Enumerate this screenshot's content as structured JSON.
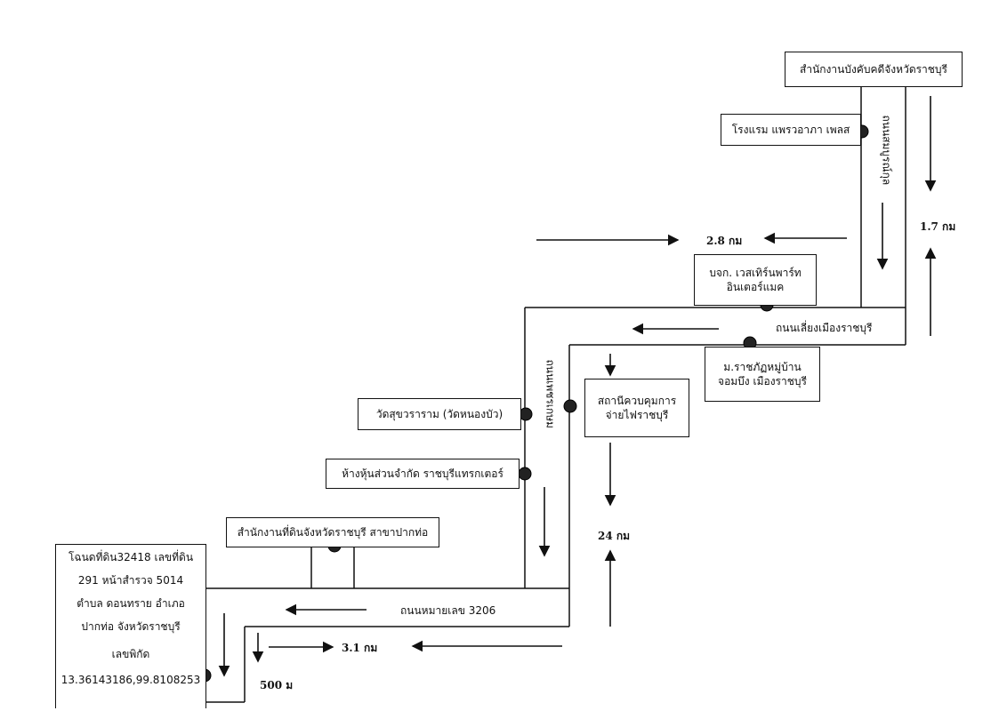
{
  "places": {
    "provincial_court": "สำนักงานบังคับคดีจังหวัดราชบุรี",
    "hotel": "โรงแรม แพรวอาภา เพลส",
    "company_1": "บจก. เวสเทิร์นพาร์ท\nอินเตอร์แมค",
    "university_village": "ม.ราชภัฏหมู่บ้าน\nจอมบึง เมืองราชบุรี",
    "power_station": "สถานีควบคุมการ\nจ่ายไฟราชบุรี",
    "temple": "วัดสุขวราราม (วัดหนองบัว)",
    "partnership": "ห้างหุ้นส่วนจำกัด ราชบุรีแทรกเตอร์",
    "land_office": "สำนักงานที่ดินจังหวัดราชบุรี สาขาปากท่อ"
  },
  "deed": {
    "line1": "โฉนดที่ดิน32418 เลขที่ดิน",
    "line2": "291 หน้าสำรวจ 5014",
    "line3": "ตำบล ดอนทราย อำเภอ",
    "line4": "ปากท่อ จังหวัดราชบุรี",
    "line5": "เลขพิกัด",
    "line6": "13.36143186,99.8108253"
  },
  "roads": {
    "road_1": "ถนนหมายเลข 3206",
    "road_2": "ถนนเลี่ยงเมืองราชบุรี",
    "road_3": "ถนนเพชรเกษม",
    "road_4": "ถนนสมบูรณ์กุล"
  },
  "distances": {
    "d1": "1.7 กม",
    "d2": "2.8 กม",
    "d3": "24 กม",
    "d4": "3.1 กม",
    "d5": "500 ม"
  }
}
